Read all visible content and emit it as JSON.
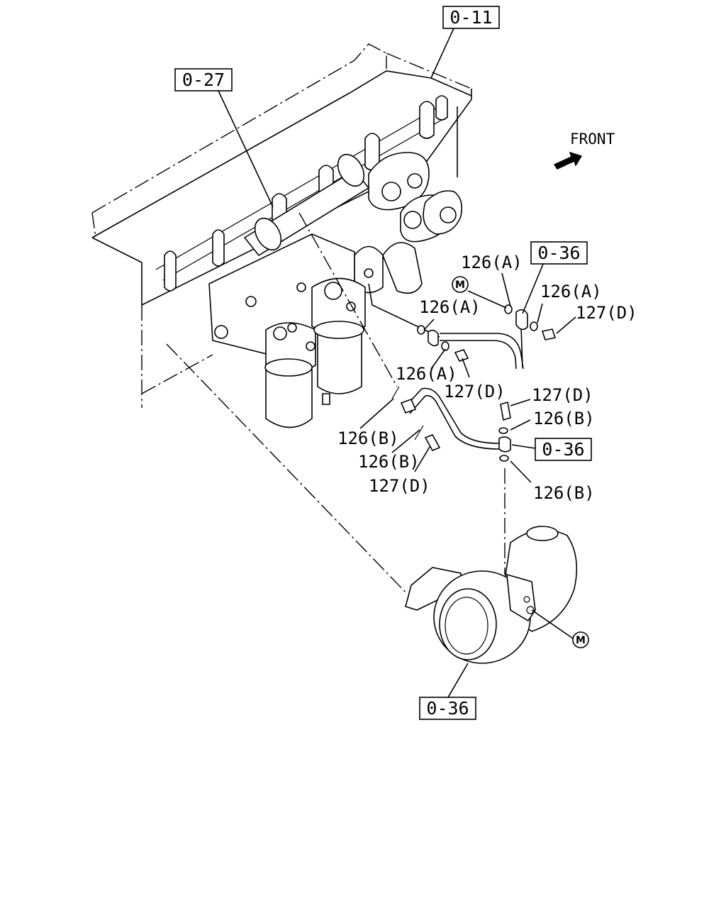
{
  "diagram": {
    "orientation_label": "FRONT",
    "colors": {
      "line": "#000000",
      "background": "#ffffff"
    },
    "reference_boxes": [
      "0-11",
      "0-27",
      "0-36",
      "0-36",
      "0-36"
    ],
    "part_labels": {
      "a1": "126(A)",
      "a2": "126(A)",
      "a3": "126(A)",
      "a4": "126(A)",
      "d1": "127(D)",
      "d2": "127(D)",
      "d3": "127(D)",
      "d4": "127(D)",
      "b1": "126(B)",
      "b2": "126(B)",
      "b3": "126(B)",
      "b4": "126(B)"
    },
    "marker_symbol": "M",
    "icons": [
      "front-arrow-icon"
    ]
  }
}
